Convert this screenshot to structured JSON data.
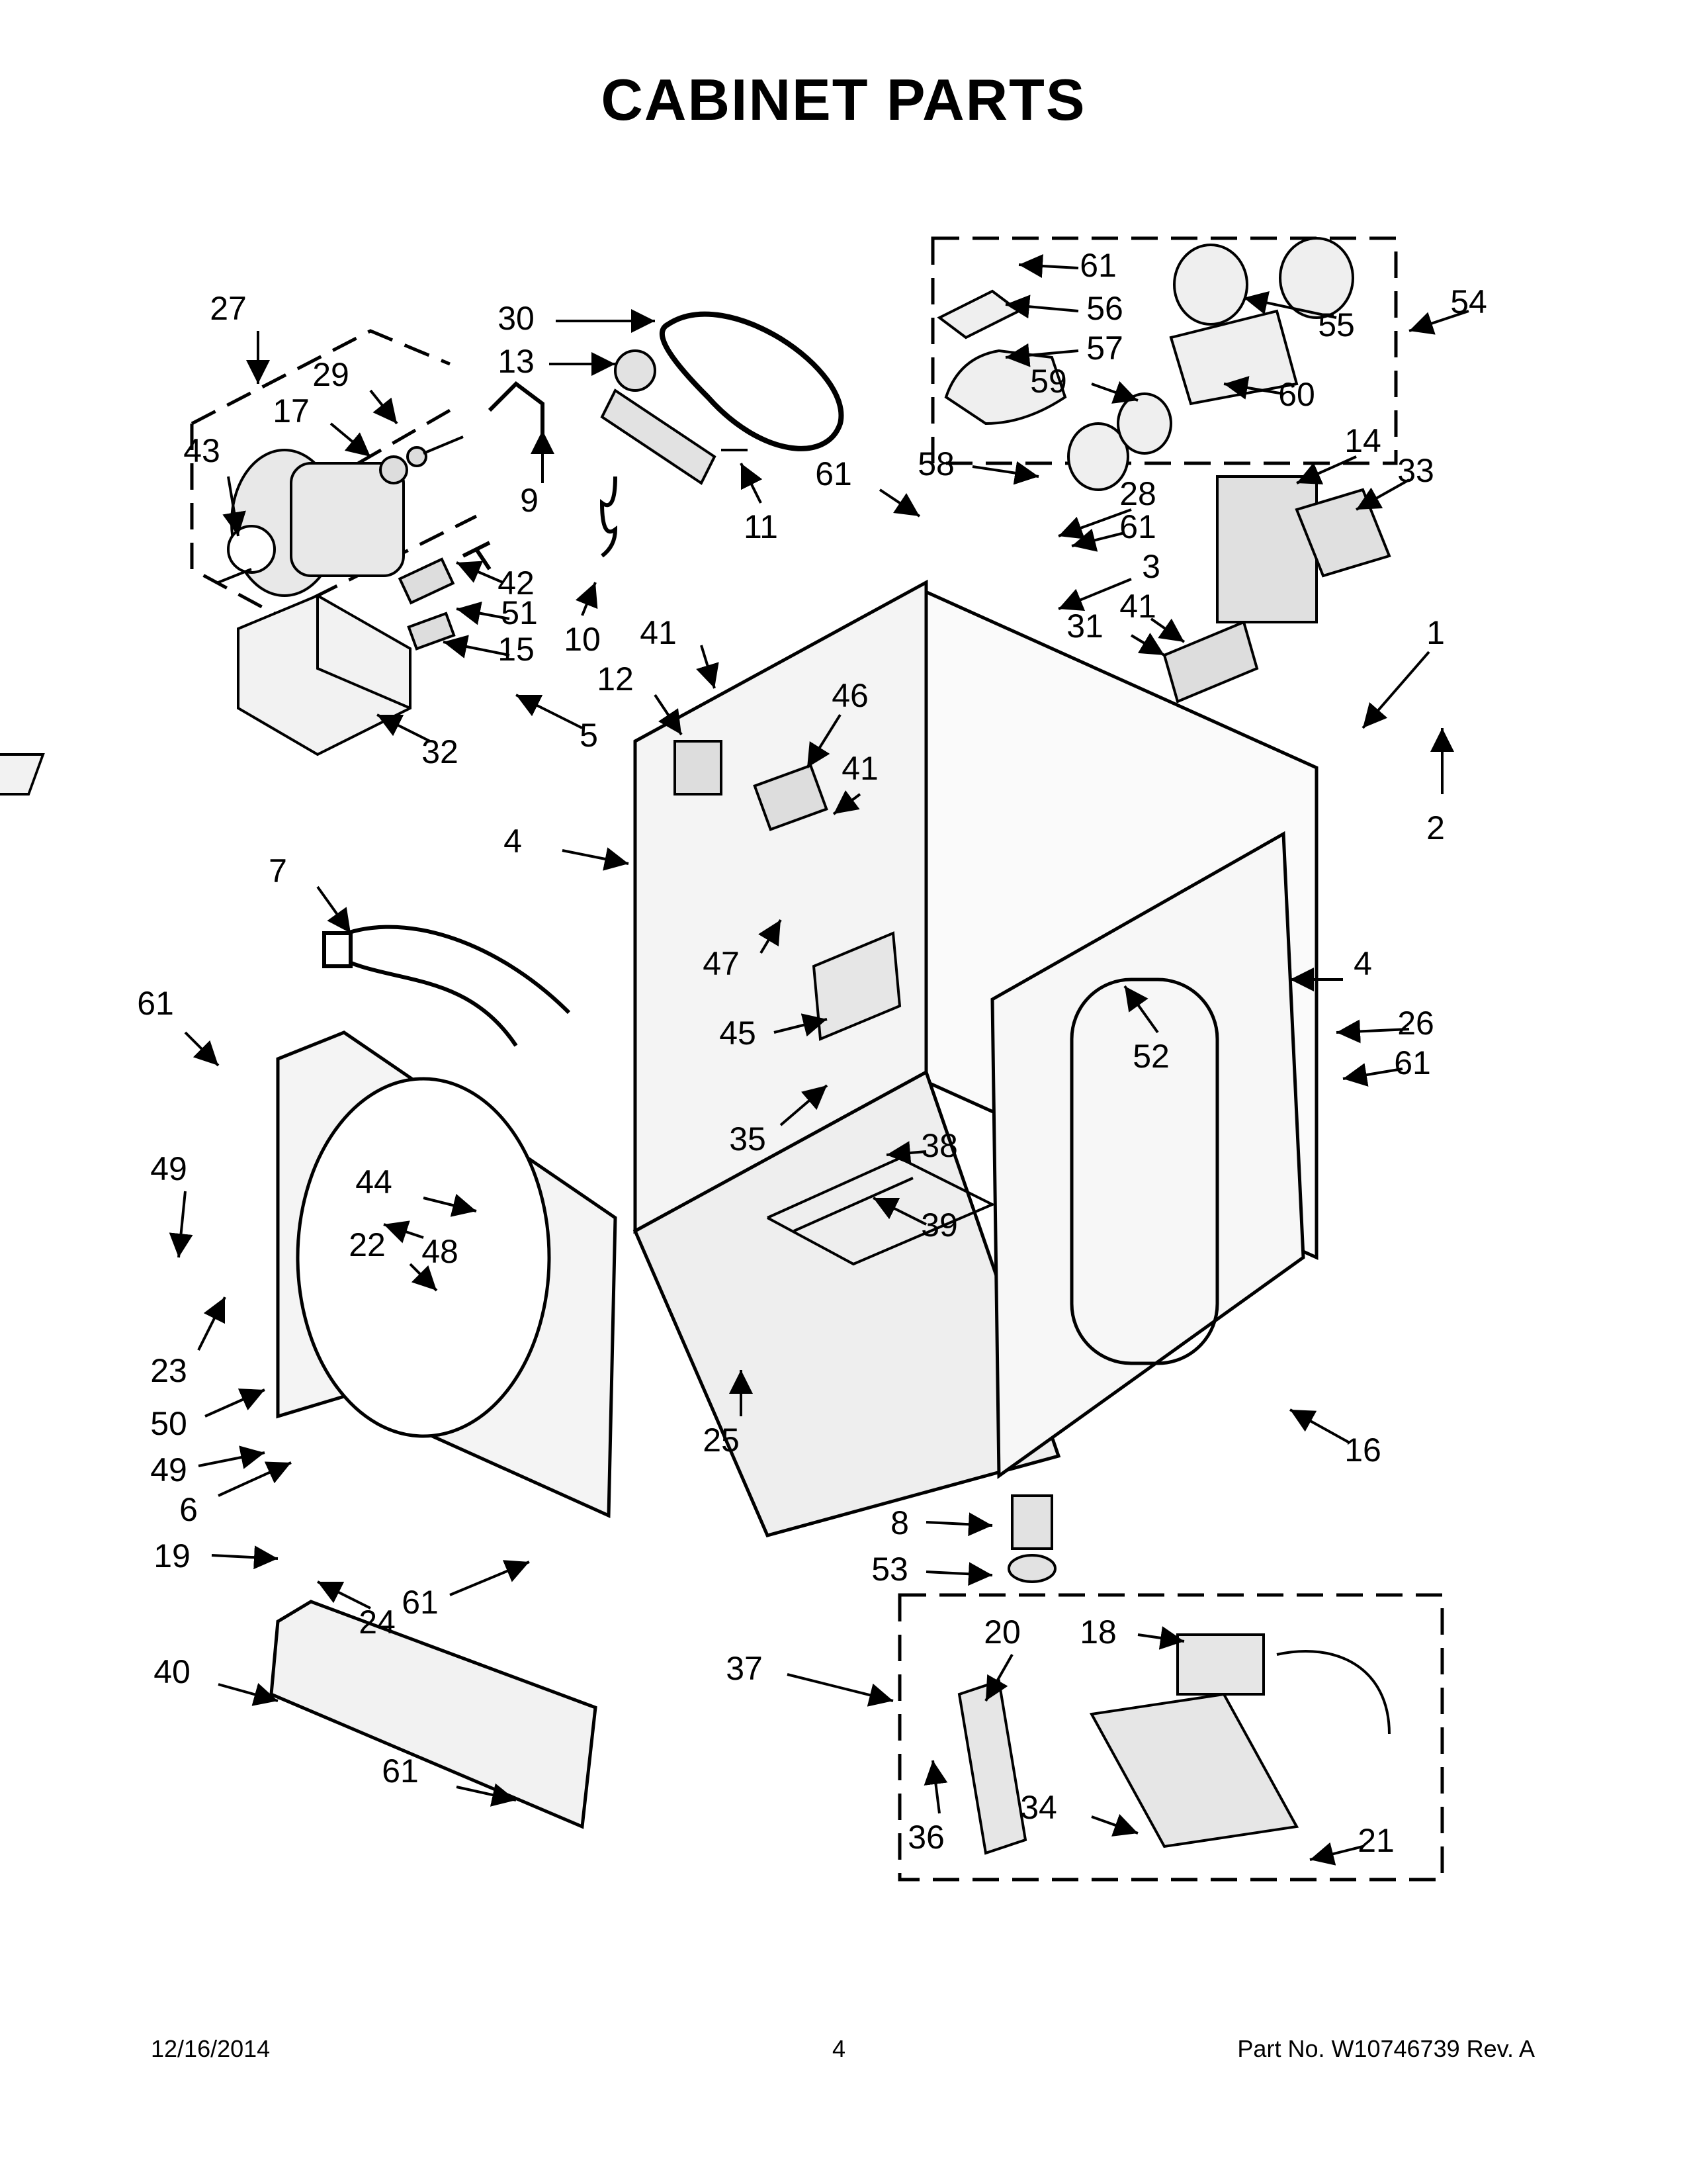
{
  "page": {
    "title": "CABINET PARTS",
    "footer": {
      "date": "12/16/2014",
      "page_number": "4",
      "part_number": "Part No.  W10746739  Rev.  A"
    }
  },
  "callouts": [
    "1",
    "2",
    "3",
    "4",
    "4",
    "5",
    "6",
    "7",
    "8",
    "9",
    "10",
    "11",
    "12",
    "13",
    "14",
    "15",
    "16",
    "17",
    "18",
    "19",
    "20",
    "21",
    "22",
    "23",
    "24",
    "25",
    "26",
    "27",
    "28",
    "29",
    "30",
    "31",
    "32",
    "33",
    "34",
    "35",
    "36",
    "37",
    "38",
    "39",
    "40",
    "41",
    "41",
    "41",
    "42",
    "43",
    "44",
    "45",
    "46",
    "47",
    "48",
    "49",
    "49",
    "50",
    "51",
    "52",
    "53",
    "54",
    "55",
    "56",
    "57",
    "58",
    "59",
    "60",
    "61",
    "61",
    "61",
    "61",
    "61",
    "61",
    "61"
  ]
}
